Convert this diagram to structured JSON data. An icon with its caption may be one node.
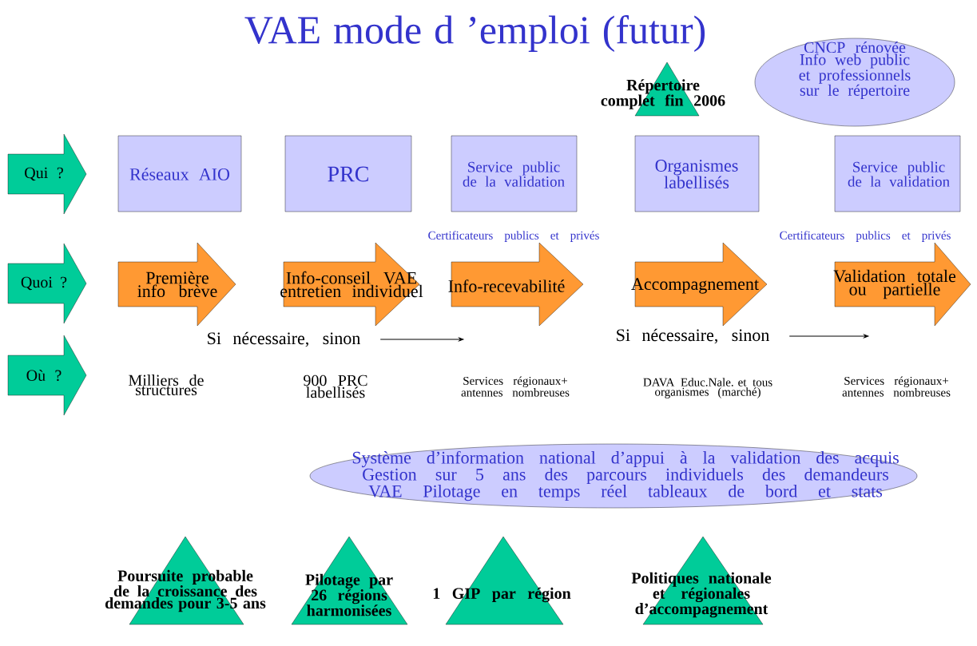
{
  "diagram": {
    "title": "VAE mode d ’emploi (futur)",
    "nodes": [
      {
        "text": [
          "Répertoire complet fin 2006"
        ]
      },
      {
        "text": [
          "CNCP rénovée Info web public et professionnels sur le répertoire"
        ]
      },
      {
        "text": [
          "Qui ?"
        ]
      },
      {
        "text": [
          "Réseaux AIO"
        ]
      },
      {
        "text": [
          "PRC"
        ]
      },
      {
        "text": [
          "Service public de la validation"
        ]
      },
      {
        "text": [
          "Organismes labellisés"
        ]
      },
      {
        "text": [
          "Service public de la validation"
        ]
      },
      {
        "text": [
          "Quoi ?"
        ]
      },
      {
        "text": [
          "Première info brève"
        ]
      },
      {
        "text": [
          "Info-conseil VAE entretien individuel"
        ]
      },
      {
        "text": [
          "Info-recevabilité"
        ]
      },
      {
        "text": [
          "Accompagnement"
        ]
      },
      {
        "text": [
          "Validation totale ou partielle"
        ]
      },
      {
        "text": [
          "Si nécessaire, sinon"
        ]
      },
      {
        "text": [
          "Si nécessaire, sinon"
        ]
      },
      {
        "text": [
          "Où ?"
        ]
      },
      {
        "text": [
          "Système d’information national d’appui à la validation des acquis Gestion sur 5 ans des parcours individuels des demandeurs VAE Pilotage en temps réel tableaux de bord et stats"
        ]
      },
      {
        "text": [
          "Poursuite probable de la croissance des demandes pour 3-5 ans"
        ]
      },
      {
        "text": [
          "Pilotage par 26 régions harmonisées"
        ]
      },
      {
        "text": [
          "1 GIP par région"
        ]
      },
      {
        "text": [
          "Politiques nationale et régionales d’accompagnement"
        ]
      }
    ],
    "edges": [
      {
        "from": 14,
        "to": null,
        "arrow": "to"
      },
      {
        "from": 15,
        "to": null,
        "arrow": "to"
      }
    ],
    "labels": [
      "Certificateurs publics et privés",
      "Certificateurs publics et privés",
      "Milliers de structures",
      "900 PRC labellisés",
      "Services régionaux+ antennes nombreuses",
      "DAVA Educ.Nale. et tous organismes (marché)",
      "Services régionaux+ antennes nombreuses"
    ]
  }
}
